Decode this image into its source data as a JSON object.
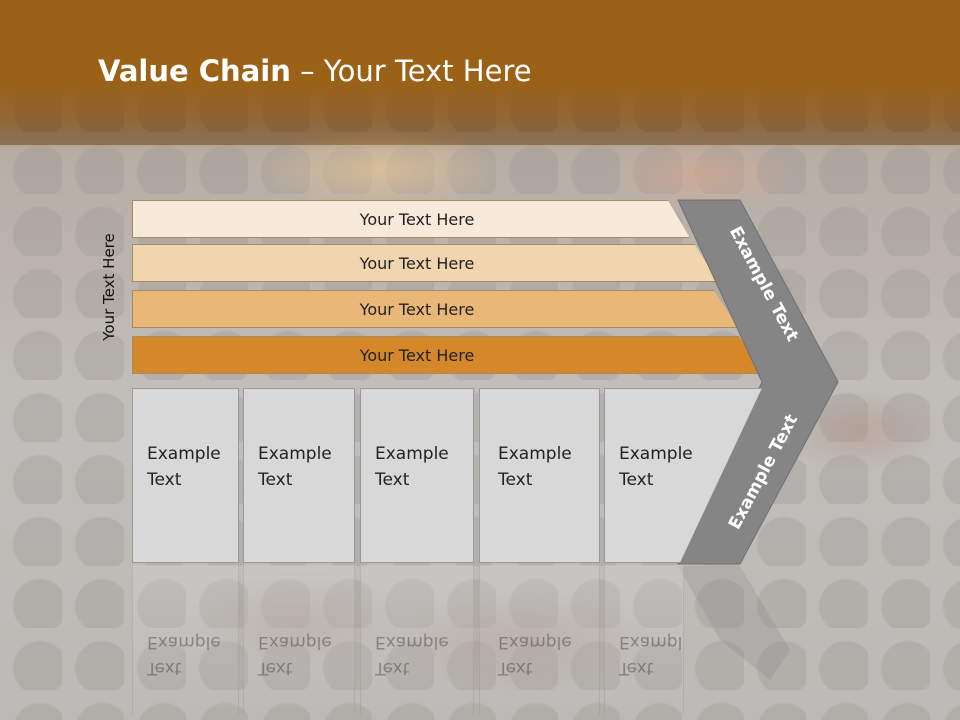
{
  "title": {
    "bold": "Value Chain",
    "rest": " – Your Text Here"
  },
  "side_label": "Your Text Here",
  "bars": [
    "Your Text Here",
    "Your Text Here",
    "Your Text Here",
    "Your Text Here"
  ],
  "cards": [
    {
      "line1": "Example",
      "line2": "Text"
    },
    {
      "line1": "Example",
      "line2": "Text"
    },
    {
      "line1": "Example",
      "line2": "Text"
    },
    {
      "line1": "Example",
      "line2": "Text"
    },
    {
      "line1": "Example",
      "line2": "Text"
    }
  ],
  "chevron": {
    "upper_label": "Example Text",
    "lower_label": "Example Text"
  },
  "colors": {
    "title_band": "#9a6017",
    "bar1": "#f8eadb",
    "bar2": "#f1d5ae",
    "bar3": "#e9b879",
    "bar4": "#d4882a",
    "chevron": "#858585",
    "card": "#d8d8d8"
  }
}
